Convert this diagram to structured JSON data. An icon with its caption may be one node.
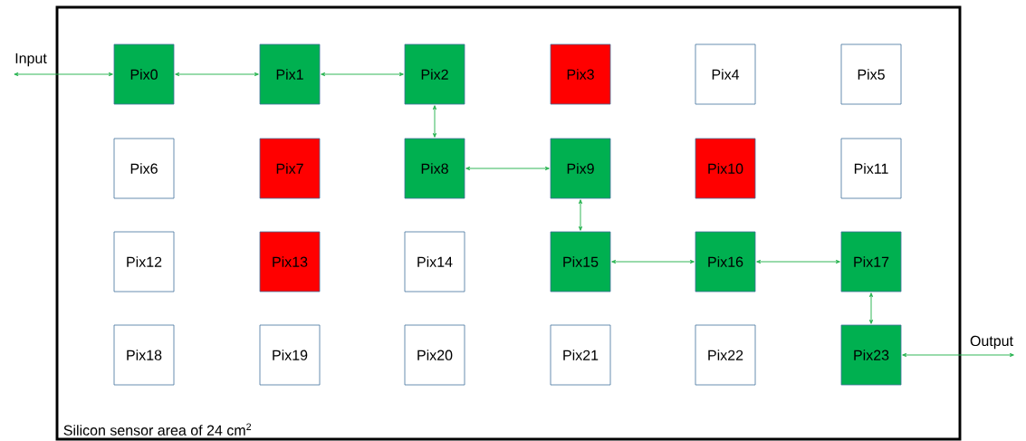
{
  "diagram": {
    "nodes": [
      {
        "text": [
          "Input"
        ]
      },
      {
        "text": [
          "Silicon sensor area of 24 cm$^{2}$"
        ]
      },
      {
        "text": [
          "Pix0"
        ],
        "in": 1
      },
      {
        "text": [
          "Pix1"
        ],
        "in": 1
      },
      {
        "text": [
          "Pix2"
        ],
        "in": 1
      },
      {
        "text": [
          "Pix3"
        ],
        "in": 1
      },
      {
        "text": [
          "Pix4"
        ],
        "in": 1
      },
      {
        "text": [
          "Pix5"
        ],
        "in": 1
      },
      {
        "text": [
          "Pix6"
        ],
        "in": 1
      },
      {
        "text": [
          "Pix7"
        ],
        "in": 1
      },
      {
        "text": [
          "Pix8"
        ],
        "in": 1
      },
      {
        "text": [
          "Pix9"
        ],
        "in": 1
      },
      {
        "text": [
          "Pix10"
        ],
        "in": 1
      },
      {
        "text": [
          "Pix11"
        ],
        "in": 1
      },
      {
        "text": [
          "Pix12"
        ],
        "in": 1
      },
      {
        "text": [
          "Pix13"
        ],
        "in": 1
      },
      {
        "text": [
          "Pix14"
        ],
        "in": 1
      },
      {
        "text": [
          "Pix15"
        ],
        "in": 1
      },
      {
        "text": [
          "Pix16"
        ],
        "in": 1
      },
      {
        "text": [
          "Pix17"
        ],
        "in": 1
      },
      {
        "text": [
          "Pix18"
        ],
        "in": 1
      },
      {
        "text": [
          "Pix19"
        ],
        "in": 1
      },
      {
        "text": [
          "Pix20"
        ],
        "in": 1
      },
      {
        "text": [
          "Pix21"
        ],
        "in": 1
      },
      {
        "text": [
          "Pix22"
        ],
        "in": 1
      },
      {
        "text": [
          "Pix23"
        ],
        "in": 1
      },
      {
        "text": [
          "Output"
        ]
      }
    ],
    "edges": [
      {
        "from": 0,
        "to": 2,
        "arrow": "both"
      },
      {
        "from": 2,
        "to": 3,
        "arrow": "both"
      },
      {
        "from": 3,
        "to": 4,
        "arrow": "both"
      },
      {
        "from": 4,
        "to": 10,
        "arrow": "both"
      },
      {
        "from": 10,
        "to": 11,
        "arrow": "both"
      },
      {
        "from": 11,
        "to": 17,
        "arrow": "both"
      },
      {
        "from": 17,
        "to": 18,
        "arrow": "both"
      },
      {
        "from": 18,
        "to": 19,
        "arrow": "both"
      },
      {
        "from": 19,
        "to": 25,
        "arrow": "both"
      },
      {
        "from": 25,
        "to": 26,
        "arrow": "both"
      }
    ]
  }
}
